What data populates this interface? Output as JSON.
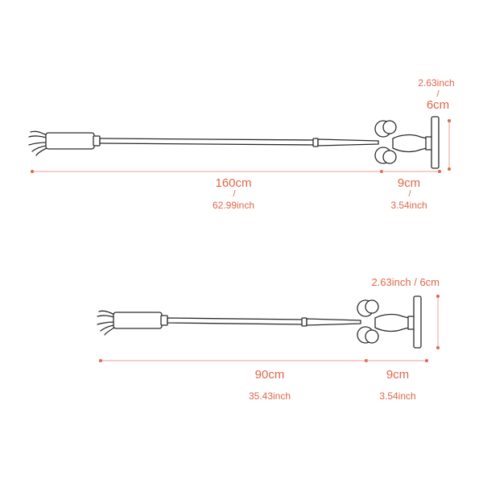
{
  "top_tool": {
    "length": {
      "cm": "160cm",
      "sep": "/",
      "inch": "62.99inch"
    },
    "handle_length": {
      "cm": "9cm",
      "sep": "/",
      "inch": "3.54inch"
    },
    "handle_height": {
      "inch": "2.63inch",
      "sep": "/",
      "cm": "6cm"
    }
  },
  "bottom_tool": {
    "length": {
      "cm": "90cm",
      "inch": "35.43inch"
    },
    "handle_length": {
      "cm": "9cm",
      "inch": "3.54inch"
    },
    "handle_height": {
      "label": "2.63inch / 6cm"
    }
  },
  "colors": {
    "dimension": "#e0664a",
    "line": "#2b2b2b"
  }
}
